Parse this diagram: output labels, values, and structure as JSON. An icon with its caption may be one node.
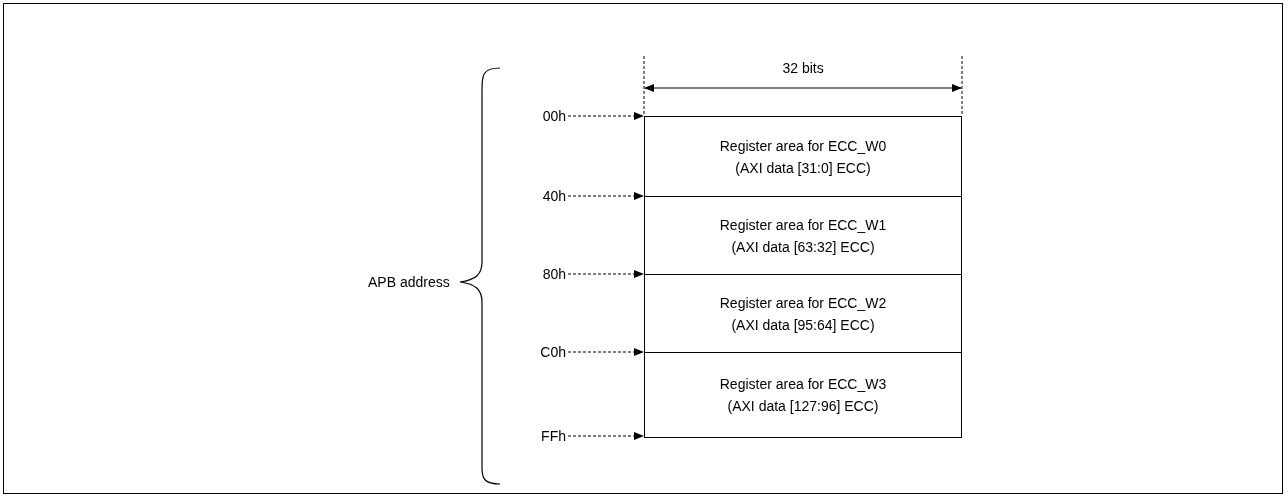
{
  "diagram": {
    "nodes": [
      {
        "text": [
          "00h"
        ]
      },
      {
        "text": [
          "40h"
        ]
      },
      {
        "text": [
          "80h"
        ]
      },
      {
        "text": [
          "C0h"
        ]
      },
      {
        "text": [
          "FFh"
        ]
      },
      {
        "text": [
          "Register area for ECC_W0",
          "(AXI data [31:0] ECC)"
        ]
      },
      {
        "text": [
          "Register area for ECC_W1",
          "(AXI data [63:32] ECC)"
        ]
      },
      {
        "text": [
          "Register area for ECC_W2",
          "(AXI data [95:64] ECC)"
        ]
      },
      {
        "text": [
          "Register area for ECC_W3",
          "(AXI data [127:96] ECC)"
        ]
      }
    ],
    "edges": [
      {
        "from": 0,
        "to": 5,
        "arrow": "to",
        "style": "dashed"
      },
      {
        "from": 1,
        "to": 6,
        "arrow": "to",
        "style": "dashed"
      },
      {
        "from": 2,
        "to": 7,
        "arrow": "to",
        "style": "dashed"
      },
      {
        "from": 3,
        "to": 8,
        "arrow": "to",
        "style": "dashed"
      },
      {
        "from": 4,
        "to": 8,
        "arrow": "to",
        "style": "dashed"
      }
    ],
    "labels": [
      "32 bits",
      "APB address"
    ]
  }
}
